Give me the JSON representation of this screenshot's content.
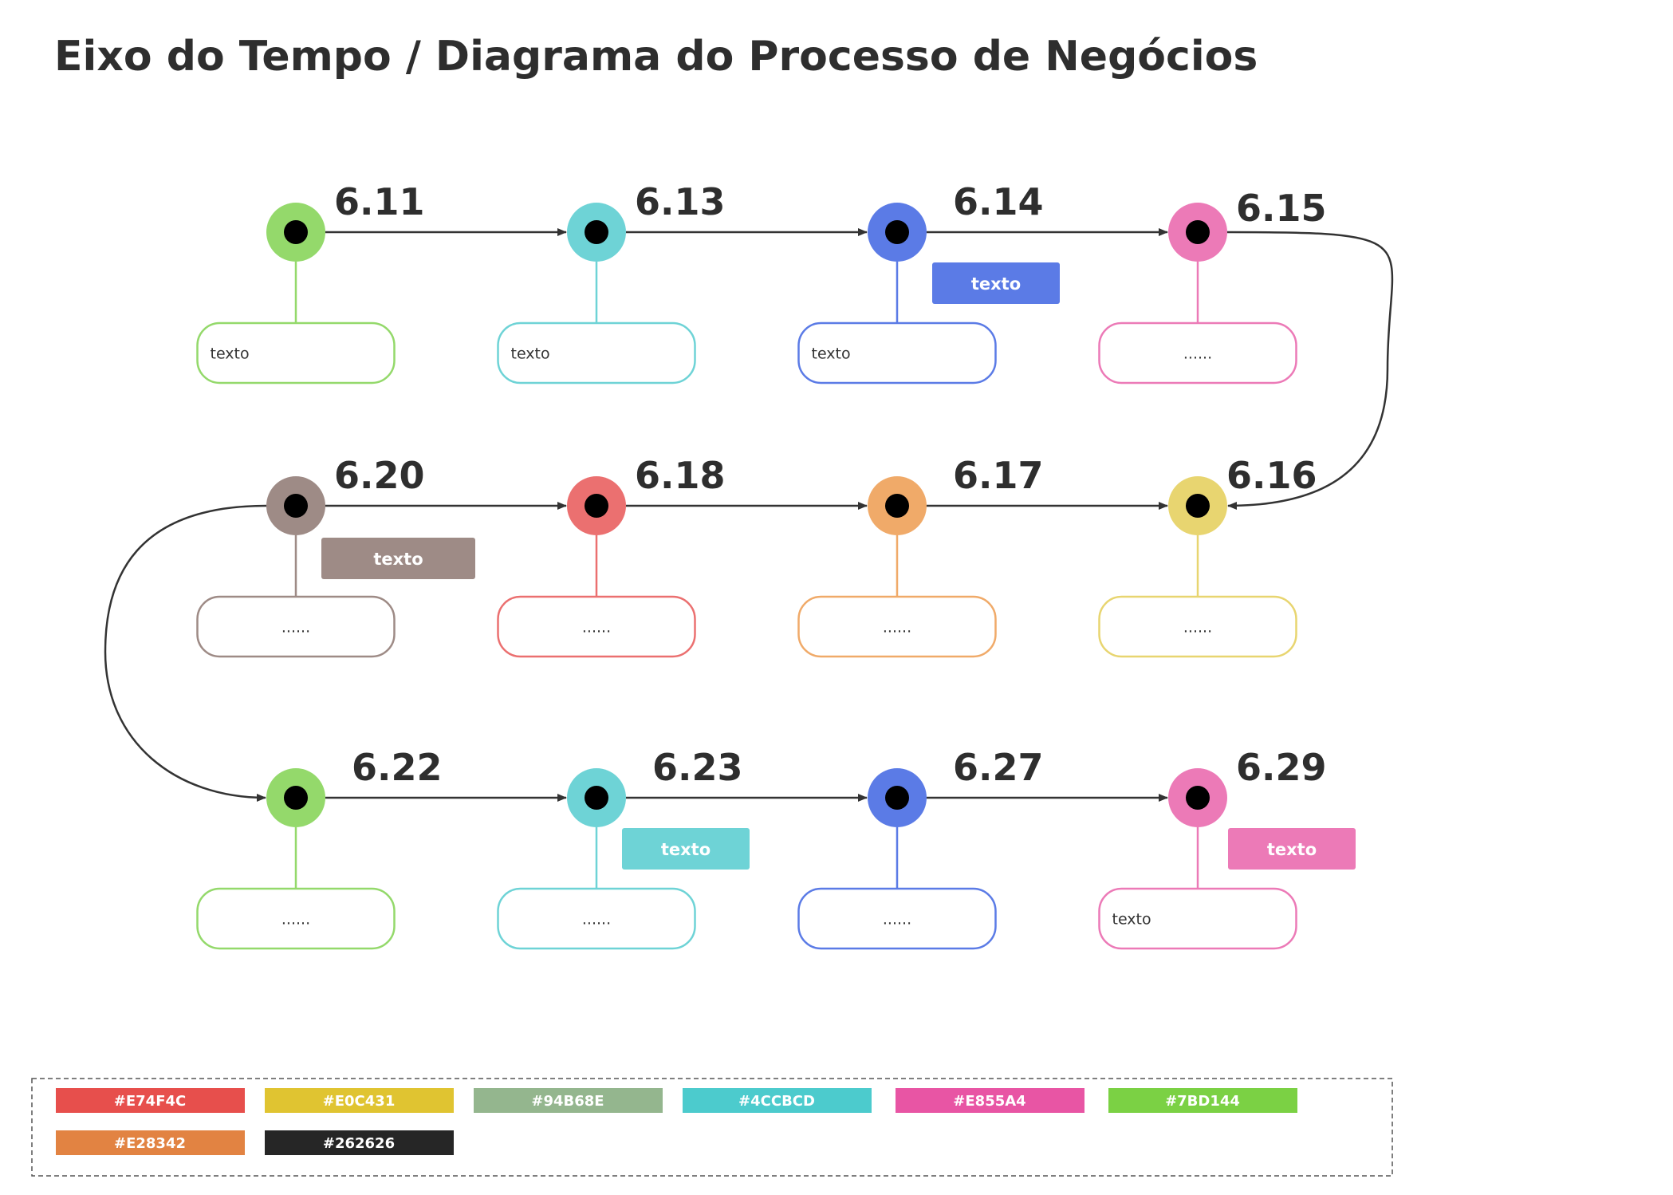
{
  "title": "Eixo do Tempo / Diagrama do Processo de Negócios",
  "nodes": [
    {
      "date": "6.11",
      "color": "#94D96B",
      "box_text": "texto",
      "box_align": "left",
      "tag": ""
    },
    {
      "date": "6.13",
      "color": "#6ED3D6",
      "box_text": "texto",
      "box_align": "left",
      "tag": ""
    },
    {
      "date": "6.14",
      "color": "#5B7BE6",
      "box_text": "texto",
      "box_align": "left",
      "tag": "texto"
    },
    {
      "date": "6.15",
      "color": "#EC7AB7",
      "box_text": "......",
      "box_align": "center",
      "tag": ""
    },
    {
      "date": "6.20",
      "color": "#9E8B86",
      "box_text": "......",
      "box_align": "center",
      "tag": "texto"
    },
    {
      "date": "6.18",
      "color": "#EB7070",
      "box_text": "......",
      "box_align": "center",
      "tag": ""
    },
    {
      "date": "6.17",
      "color": "#F0AA69",
      "box_text": "......",
      "box_align": "center",
      "tag": ""
    },
    {
      "date": "6.16",
      "color": "#E8D570",
      "box_text": "......",
      "box_align": "center",
      "tag": ""
    },
    {
      "date": "6.22",
      "color": "#94D96B",
      "box_text": "......",
      "box_align": "center",
      "tag": ""
    },
    {
      "date": "6.23",
      "color": "#6ED3D6",
      "box_text": "......",
      "box_align": "center",
      "tag": "texto"
    },
    {
      "date": "6.27",
      "color": "#5B7BE6",
      "box_text": "......",
      "box_align": "center",
      "tag": ""
    },
    {
      "date": "6.29",
      "color": "#EC7AB7",
      "box_text": "texto",
      "box_align": "left",
      "tag": "texto"
    }
  ],
  "palette": [
    "#E74F4C",
    "#E0C431",
    "#94B68E",
    "#4CCBCD",
    "#E855A4",
    "#7BD144",
    "#E28342",
    "#262626"
  ]
}
